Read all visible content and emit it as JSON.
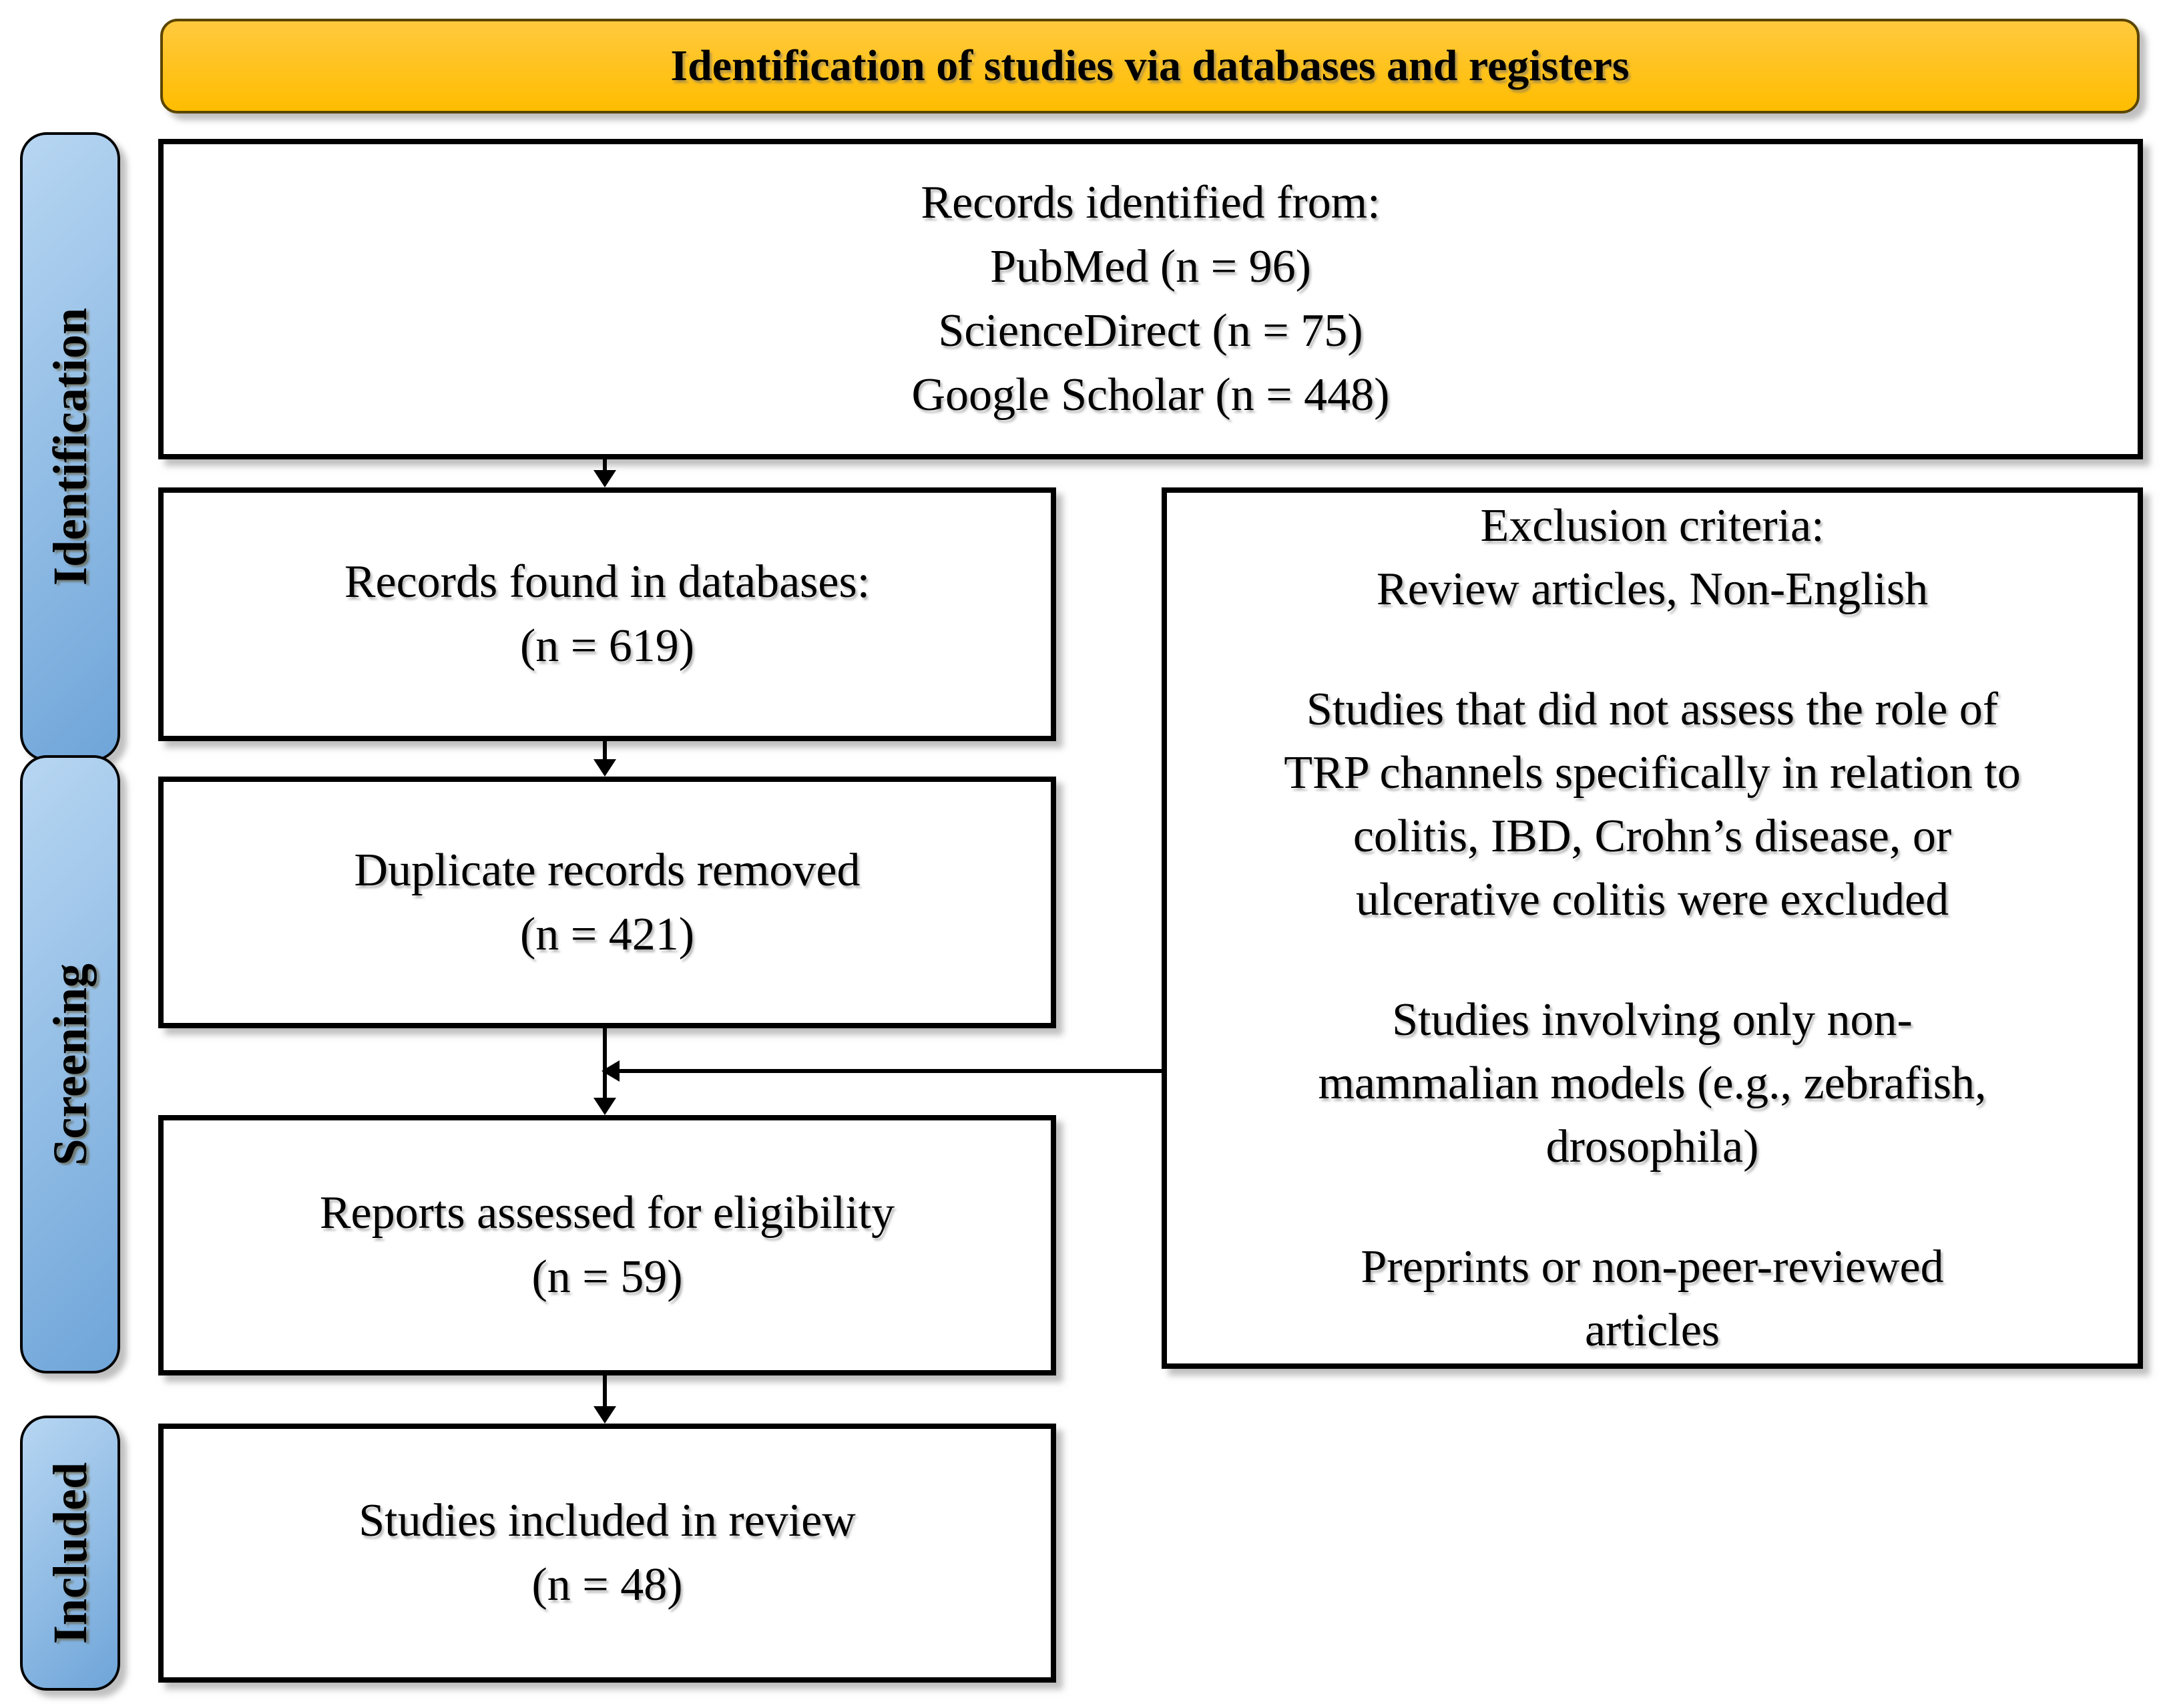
{
  "banner": {
    "label": "Identification of studies via databases and registers"
  },
  "stages": [
    {
      "label": "Identification"
    },
    {
      "label": "Screening"
    },
    {
      "label": "Included"
    }
  ],
  "boxes": {
    "identified": {
      "line1": "Records identified from:",
      "line2": "PubMed (n = 96)",
      "line3": "ScienceDirect (n = 75)",
      "line4": "Google Scholar (n = 448)"
    },
    "found": {
      "line1": "Records found in databases:",
      "line2": "(n = 619)"
    },
    "duplicates": {
      "line1": "Duplicate records removed",
      "line2": "(n = 421)"
    },
    "assessed": {
      "line1": "Reports assessed for eligibility",
      "line2": "(n = 59)"
    },
    "included_review": {
      "line1": "Studies included in review",
      "line2": "(n = 48)"
    }
  },
  "exclusion": {
    "p1": "Exclusion criteria:\nReview articles, Non-English",
    "p2": "Studies that did not assess the role of\nTRP channels specifically in relation to\ncolitis, IBD, Crohn’s disease, or\nulcerative colitis were excluded",
    "p3": "Studies involving only non-\nmammalian models (e.g., zebrafish,\ndrosophila)",
    "p4": "Preprints or non-peer-reviewed\narticles"
  },
  "colors": {
    "banner_top": "#ffc93e",
    "banner_bottom": "#ffbd00",
    "banner_border": "#5b4500",
    "stage_light": "#b7d6f2",
    "stage_dark": "#6fa5d9",
    "box_border": "#000000",
    "arrow": "#000000",
    "shadow": "#9e9e9e"
  }
}
